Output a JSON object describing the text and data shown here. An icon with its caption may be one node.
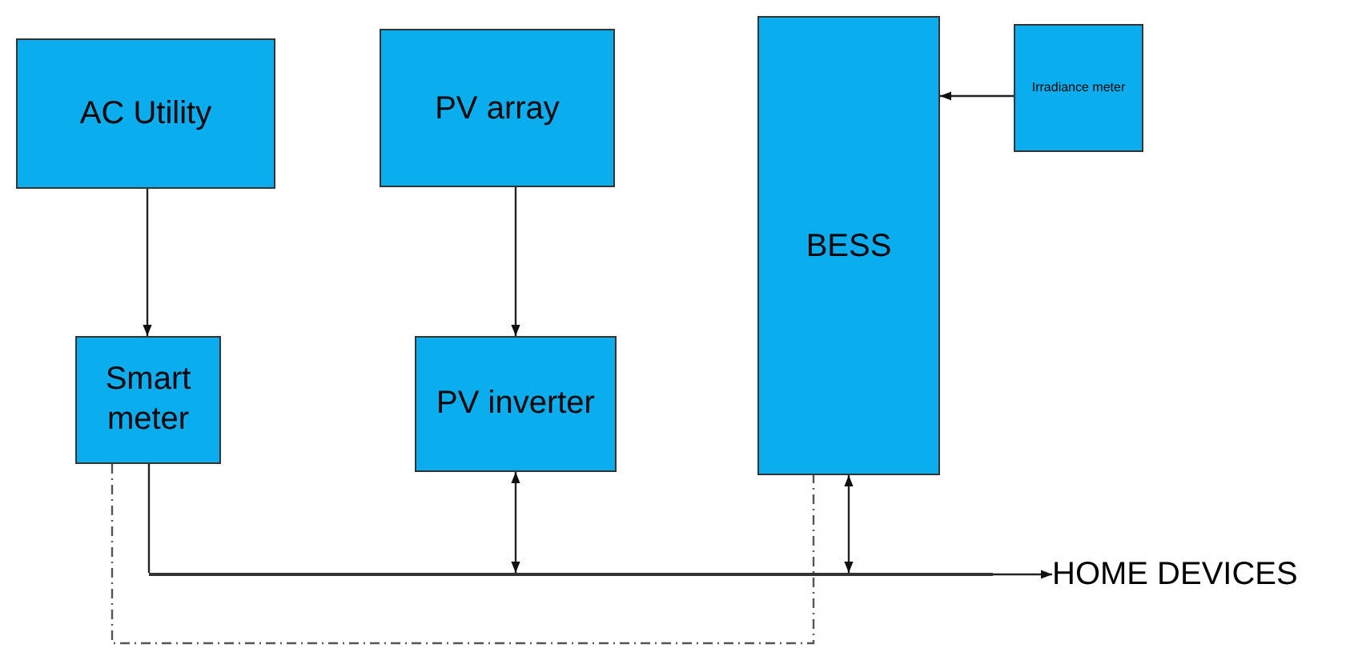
{
  "diagram": {
    "nodes": [
      {
        "text": [
          "AC Utility"
        ]
      },
      {
        "text": [
          "PV array"
        ]
      },
      {
        "text": [
          "BESS"
        ]
      },
      {
        "text": [
          "Irradiance meter"
        ]
      },
      {
        "text": [
          "Smart meter"
        ]
      },
      {
        "text": [
          "PV inverter"
        ]
      },
      {
        "text": [
          "HOME DEVICES"
        ]
      },
      {
        "text": [],
        "shape": "bar"
      }
    ],
    "edges": [
      {
        "from": 0,
        "to": 4,
        "arrow": "to"
      },
      {
        "from": 1,
        "to": 5,
        "arrow": "to"
      },
      {
        "from": 3,
        "to": 2,
        "arrow": "to"
      },
      {
        "from": 4,
        "to": 7,
        "arrow": "none"
      },
      {
        "from": 7,
        "to": 6,
        "arrow": "to"
      },
      {
        "from": 5,
        "to": 7,
        "arrow": "both"
      },
      {
        "from": 2,
        "to": 7,
        "arrow": "both"
      },
      {
        "from": 4,
        "to": 2,
        "arrow": "none",
        "style": "dashed"
      }
    ]
  }
}
